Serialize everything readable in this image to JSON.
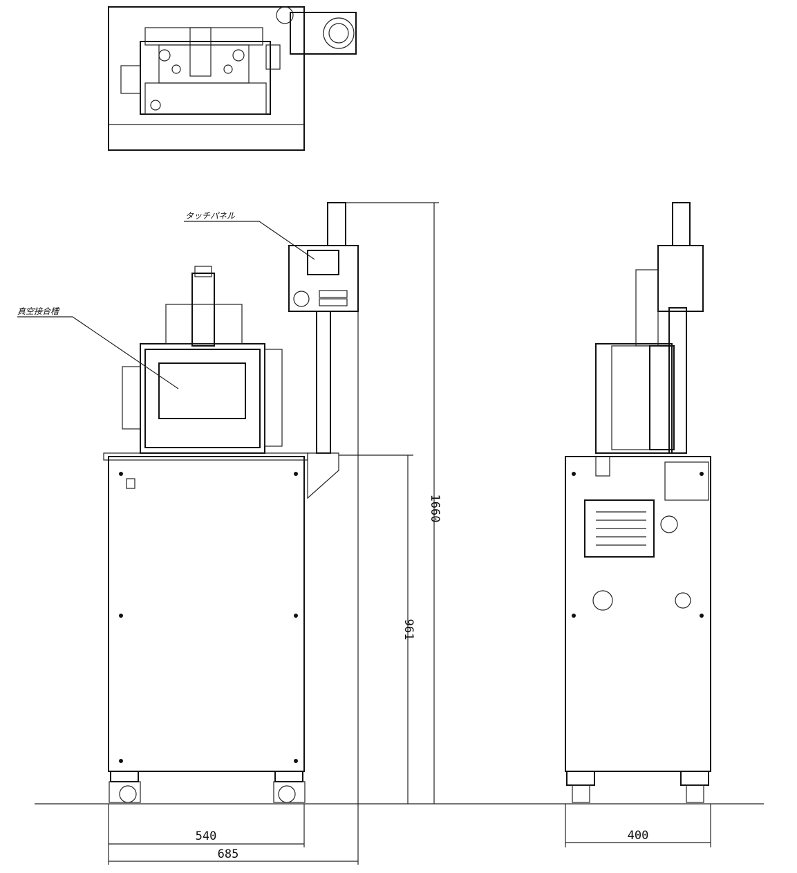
{
  "labels": {
    "touch_panel": "タッチパネル",
    "vacuum_chamber": "真空接合槽"
  },
  "dimensions": {
    "total_height": "1660",
    "table_height": "961",
    "front_width": "540",
    "overall_width": "685",
    "side_depth": "400"
  }
}
